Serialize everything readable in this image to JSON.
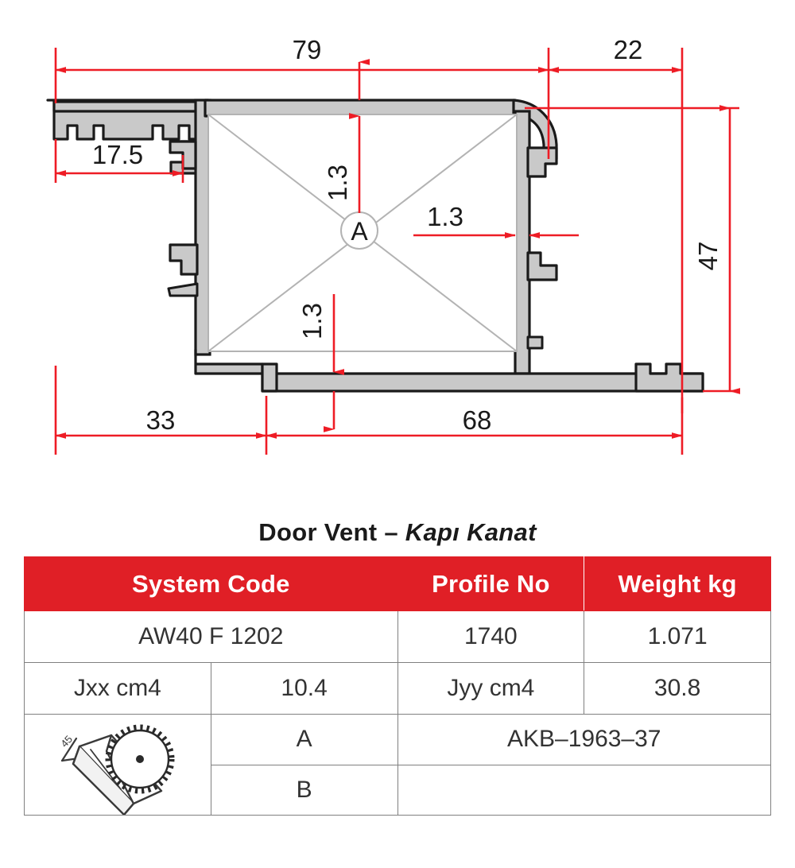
{
  "drawing": {
    "view_label": "profile-cross-section",
    "detail_marker": "A",
    "dimensions": {
      "top_left": "79",
      "top_right": "22",
      "left_inner": "17.5",
      "right_height": "47",
      "bottom_left": "33",
      "bottom_right": "68",
      "wall_top": "1.3",
      "wall_right": "1.3",
      "wall_bottom": "1.3"
    },
    "colors": {
      "dimension": "#ee1c25",
      "outline": "#1a1a1a",
      "fill": "#c9c9c9",
      "hatch": "#b3b3b3"
    }
  },
  "title": {
    "main": "Door Vent",
    "separator": " – ",
    "translation": "Kapı Kanat"
  },
  "table": {
    "headers": [
      "System Code",
      "Profile No",
      "Weight kg"
    ],
    "rows": [
      {
        "type": "spec",
        "cells": [
          "AW40 F 1202",
          "1740",
          "1.071"
        ]
      },
      {
        "type": "inertia",
        "cells": [
          "Jxx cm4",
          "10.4",
          "Jyy cm4",
          "30.8"
        ]
      },
      {
        "type": "accessory-a",
        "icon": "miter-saw-45-icon",
        "label": "A",
        "value": "AKB–1963–37"
      },
      {
        "type": "accessory-b",
        "label": "B",
        "value": ""
      }
    ],
    "header_color": "#e01f26",
    "border_color": "#808080"
  }
}
